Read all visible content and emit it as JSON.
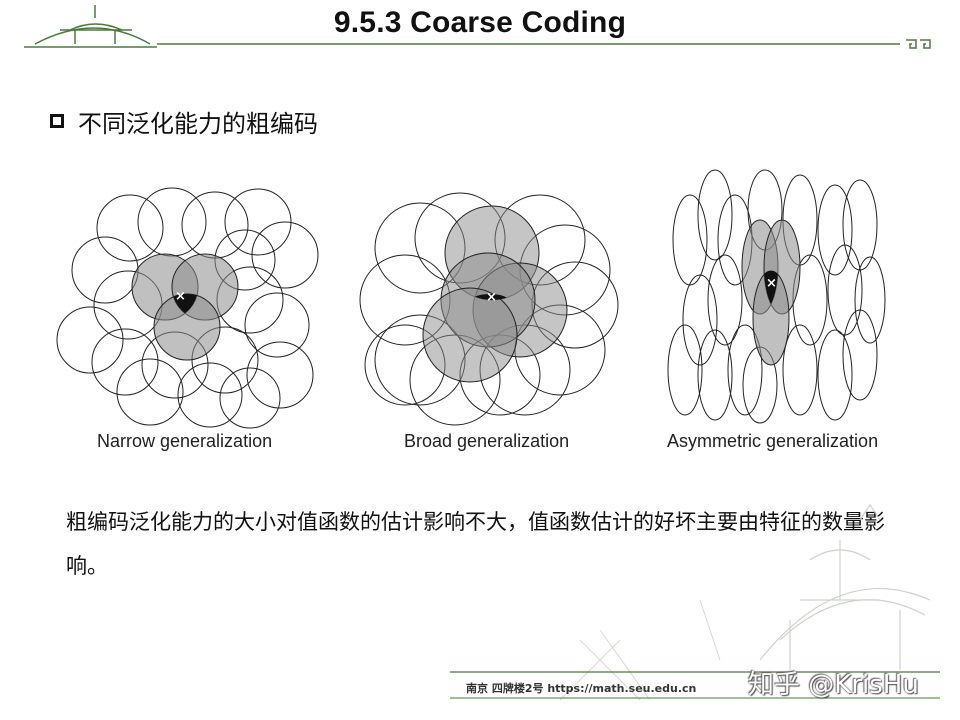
{
  "slide": {
    "title": "9.5.3 Coarse Coding",
    "bullet": "不同泛化能力的粗编码",
    "figures": [
      {
        "label": "Narrow generalization"
      },
      {
        "label": "Broad generalization"
      },
      {
        "label": "Asymmetric generalization"
      }
    ],
    "body": "粗编码泛化能力的大小对值函数的估计影响不大，值函数估计的好坏主要由特征的数量影响。",
    "footer": "南京 四牌楼2号 https://math.seu.edu.cn",
    "watermark": "知乎 @KrisHu",
    "state_marker": "×",
    "icons": [
      "square-bullet-icon",
      "greek-key-ornament-icon",
      "building-roof-icon"
    ]
  },
  "colors": {
    "accent_green": "#4a7a3a",
    "circle_stroke": "#222222",
    "shade": "#8c8c8c",
    "dark": "#111111"
  }
}
